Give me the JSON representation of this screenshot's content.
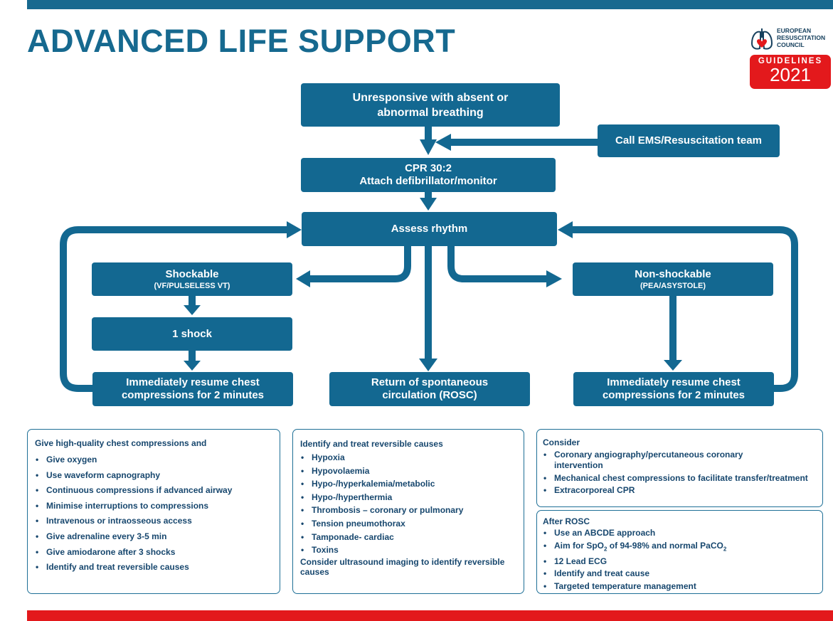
{
  "header": {
    "title": "ADVANCED LIFE SUPPORT"
  },
  "logo": {
    "lines": [
      "EUROPEAN",
      "RESUSCITATION",
      "COUNCIL"
    ],
    "badge_label": "GUIDELINES",
    "badge_year": "2021",
    "icon": "lungs-heart-icon"
  },
  "flow": {
    "unresponsive": "Unresponsive with absent or abnormal breathing",
    "call_ems": "Call EMS/Resuscitation team",
    "cpr_line1": "CPR 30:2",
    "cpr_line2": "Attach defibrillator/monitor",
    "assess": "Assess rhythm",
    "shockable": "Shockable",
    "shockable_sub": "(VF/PULSELESS VT)",
    "one_shock": "1 shock",
    "resume_left": "Immediately resume chest compressions for 2 minutes",
    "rosc": "Return of spontaneous circulation (ROSC)",
    "nonshockable": "Non-shockable",
    "nonshockable_sub": "(PEA/ASYSTOLE)",
    "resume_right": "Immediately resume chest compressions for 2 minutes"
  },
  "panels": {
    "compressions": {
      "heading": "Give high-quality chest compressions and",
      "items": [
        "Give oxygen",
        "Use waveform capnography",
        "Continuous compressions if advanced airway",
        "Minimise interruptions to compressions",
        "Intravenous or intraosseous access",
        "Give adrenaline every 3-5 min",
        "Give amiodarone after 3 shocks",
        "Identify and treat reversible causes"
      ]
    },
    "causes": {
      "heading": "Identify and treat reversible causes",
      "items": [
        "Hypoxia",
        "Hypovolaemia",
        "Hypo-/hyperkalemia/metabolic",
        "Hypo-/hyperthermia",
        "Thrombosis – coronary or pulmonary",
        "Tension pneumothorax",
        "Tamponade- cardiac",
        "Toxins"
      ],
      "footer": "Consider ultrasound imaging to identify reversible causes"
    },
    "consider": {
      "heading": "Consider",
      "items": [
        "Coronary angiography/percutaneous coronary intervention",
        "Mechanical chest compressions to facilitate transfer/treatment",
        "Extracorporeal CPR"
      ]
    },
    "after_rosc": {
      "heading": "After ROSC",
      "items": [
        "Use an ABCDE approach",
        "Aim for SpO",
        "12 Lead ECG",
        "Identify and treat cause",
        "Targeted temperature management"
      ],
      "spo2_sub": "2",
      "spo2_rest": " of 94-98% and normal PaCO",
      "paco2_sub": "2"
    }
  },
  "colors": {
    "primary": "#136891",
    "accent_red": "#e3191c",
    "text_dark": "#17476e"
  }
}
